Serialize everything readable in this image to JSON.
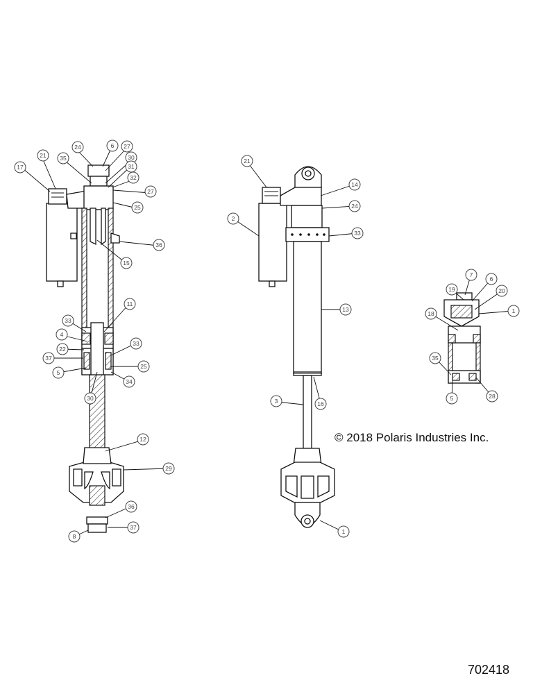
{
  "copyright": "© 2018 Polaris Industries Inc.",
  "figure_number": "702418",
  "callouts": {
    "left": [
      "21",
      "17",
      "24",
      "6",
      "27",
      "35",
      "30",
      "31",
      "32",
      "27",
      "25",
      "36",
      "15",
      "11",
      "33",
      "4",
      "22",
      "37",
      "5",
      "33",
      "25",
      "34",
      "30",
      "12",
      "29",
      "36",
      "37",
      "8"
    ],
    "center": [
      "21",
      "14",
      "24",
      "2",
      "33",
      "13",
      "3",
      "16",
      "1"
    ],
    "right": [
      "7",
      "6",
      "19",
      "20",
      "1",
      "18",
      "35",
      "5",
      "28"
    ]
  }
}
